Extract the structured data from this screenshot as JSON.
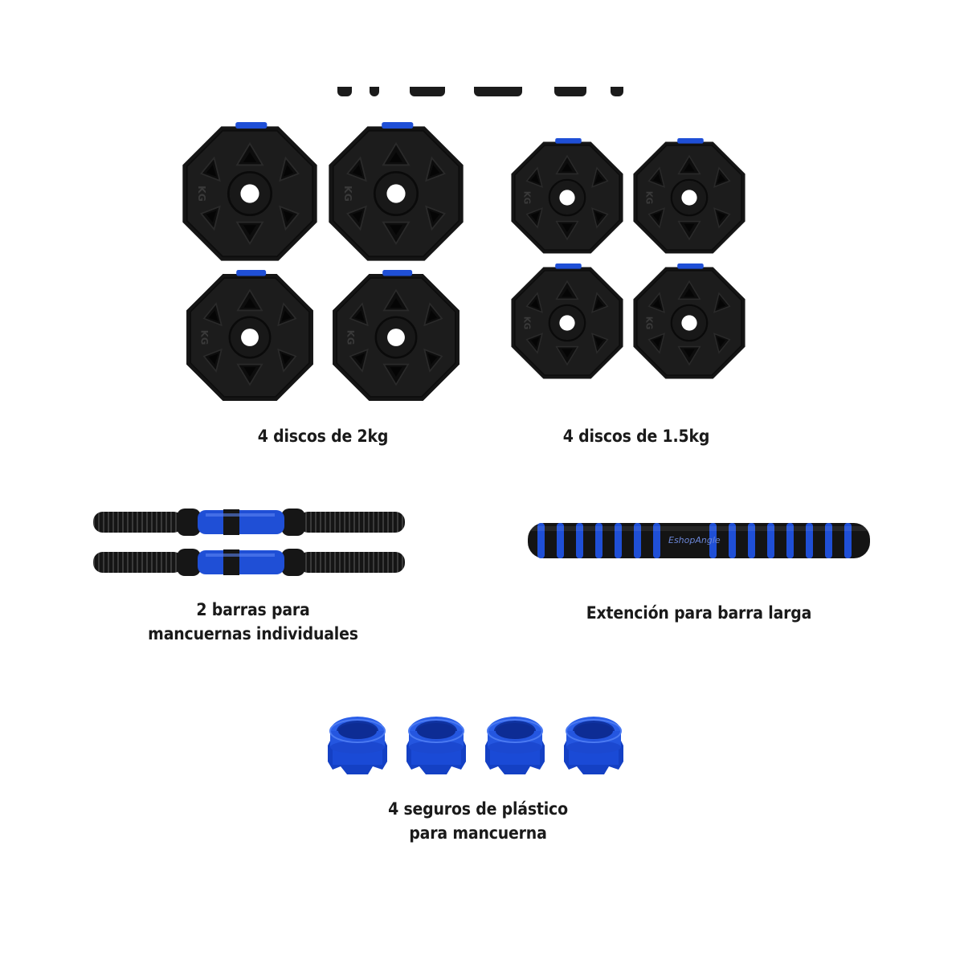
{
  "items": {
    "plates_2kg": {
      "label": "4 discos de 2kg"
    },
    "plates_1_5kg": {
      "label": "4 discos de 1.5kg"
    },
    "bars": {
      "label_line1": "2 barras para",
      "label_line2": "mancuernas individuales"
    },
    "extension": {
      "label": "Extención para barra larga",
      "brand_text": "EshopAngle"
    },
    "collars": {
      "label_line1": "4 seguros de plástico",
      "label_line2": "para mancuerna"
    }
  },
  "plate_marking": "KG",
  "colors": {
    "black": "#161616",
    "blue": "#1f4fd6",
    "background": "#ffffff"
  },
  "icons": [
    "weight-plate-icon",
    "dumbbell-bar-icon",
    "foam-extension-icon",
    "collar-lock-icon"
  ]
}
